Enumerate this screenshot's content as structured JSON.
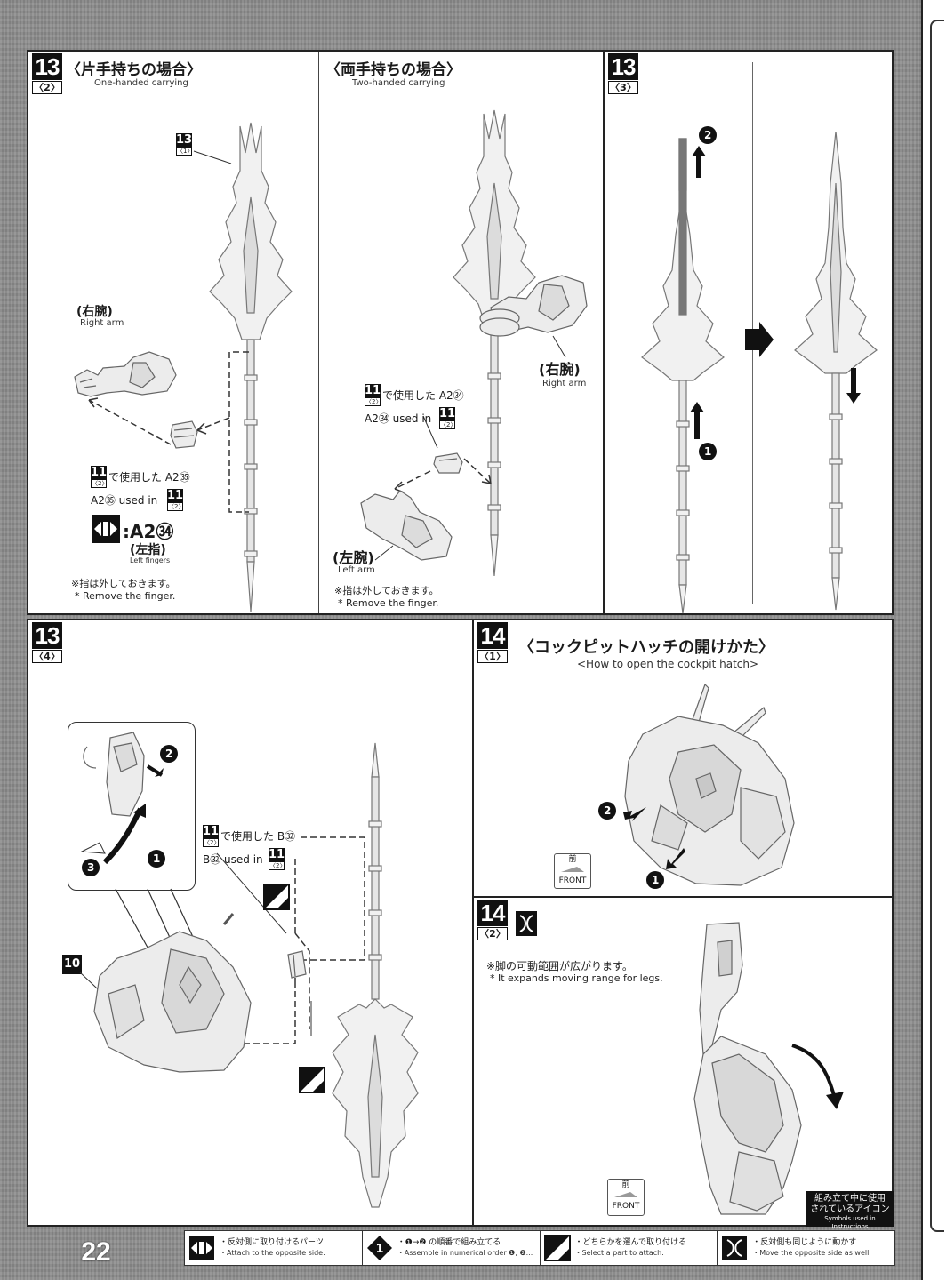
{
  "page": {
    "number": "22"
  },
  "panel_13_2": {
    "step": "13",
    "sub": "〈2〉",
    "title_jp": "〈片手持ちの場合〉",
    "title_en": "One-handed carrying",
    "ref_step": "13",
    "ref_sub": "〈1〉",
    "right_arm_jp": "(右腕)",
    "right_arm_en": "Right arm",
    "used_jp_ref": "11",
    "used_jp_text": "で使用した A2㉟",
    "used_en_text": "A2㉟ used in",
    "used_en_ref": "11",
    "swap_text": ":A2㉞",
    "left_fingers_jp": "(左指)",
    "left_fingers_en": "Left fingers",
    "note_jp": "※指は外しておきます。",
    "note_en": "* Remove the finger."
  },
  "panel_13_2b": {
    "title_jp": "〈両手持ちの場合〉",
    "title_en": "Two-handed carrying",
    "used_jp_ref": "11",
    "used_jp_text": "で使用した A2㉞",
    "used_en_text": "A2㉞ used in",
    "used_en_ref": "11",
    "right_arm_jp": "(右腕)",
    "right_arm_en": "Right arm",
    "left_arm_jp": "(左腕)",
    "left_arm_en": "Left arm",
    "note_jp": "※指は外しておきます。",
    "note_en": "* Remove the finger."
  },
  "panel_13_3": {
    "step": "13",
    "sub": "〈3〉",
    "num1": "1",
    "num2": "2"
  },
  "panel_13_4": {
    "step": "13",
    "sub": "〈4〉",
    "used_jp_ref": "11",
    "used_jp_text": "で使用した B㉜",
    "used_en_text": "B㉜ used in",
    "used_en_ref": "11",
    "ref_10": "10",
    "num1": "1",
    "num2": "2",
    "num3": "3"
  },
  "panel_14_1": {
    "step": "14",
    "sub": "〈1〉",
    "title_jp": "〈コックピットハッチの開けかた〉",
    "title_en": "<How to open the cockpit hatch>",
    "front_jp": "前",
    "front_en": "FRONT",
    "num1": "1",
    "num2": "2"
  },
  "panel_14_2": {
    "step": "14",
    "sub": "〈2〉",
    "note_jp": "※脚の可動範囲が広がります。",
    "note_en": "* It expands moving range for legs.",
    "front_jp": "前",
    "front_en": "FRONT"
  },
  "icon_note": {
    "jp1": "組み立て中に使用",
    "jp2": "されているアイコン",
    "en": "Symbols used in Instructions"
  },
  "legend": [
    {
      "jp": "・反対側に取り付けるパーツ",
      "en": "・Attach to the opposite side.",
      "icon": "opposite-side-icon"
    },
    {
      "jp": "・❶→❷ の順番で組み立てる",
      "en": "・Assemble in numerical order ❶, ❷...",
      "icon": "numerical-order-icon"
    },
    {
      "jp": "・どちらかを選んで取り付ける",
      "en": "・Select a part to attach.",
      "icon": "select-part-icon"
    },
    {
      "jp": "・反対側も同じように動かす",
      "en": "・Move the opposite side as well.",
      "icon": "move-opposite-icon"
    }
  ]
}
